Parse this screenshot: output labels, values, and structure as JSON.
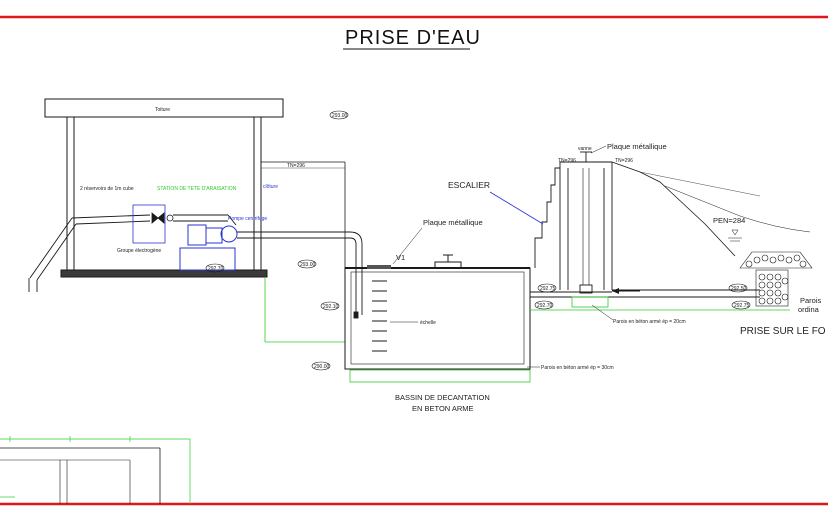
{
  "title": "PRISE D'EAU",
  "colors": {
    "border": "#e0161b",
    "line": "#1a1a1a",
    "green": "#2ecc2e",
    "blue": "#2a34d6"
  },
  "labels": {
    "toiture": "Toiture",
    "reservoirs": "2 réservoirs de 1m cube",
    "station": "STATION DE TETE D'ARAISATION",
    "cloture": "clôture",
    "groupe": "Groupe électrogène",
    "pompe": "Pompe centrifuge",
    "tn_left": "TN=296",
    "escalier": "ESCALIER",
    "plaque_right": "Plaque métallique",
    "plaque_mid": "Plaque métallique",
    "vanne": "vanne",
    "tn_r1": "TN=296",
    "tn_r2": "TN=296",
    "pen": "PEN=284",
    "v1": "V1",
    "echelle": "échelle",
    "parois20": "Parois en béton armé ép = 20cm",
    "parois30": "Parois en béton armé ép = 30cm",
    "bassin1": "BASSIN DE DECANTATION",
    "bassin2": "EN BETON ARME",
    "prise_sur": "PRISE SUR LE FO",
    "parois_cut1": "Parois",
    "parois_cut2": "ordina"
  },
  "elevations": {
    "e1": "293.00",
    "e2": "292.70",
    "e3": "293.00",
    "e4": "292.10",
    "e5": "292.75",
    "e6": "290.00",
    "e7": "292.70",
    "e8": "292.50",
    "e9": "292.75"
  }
}
